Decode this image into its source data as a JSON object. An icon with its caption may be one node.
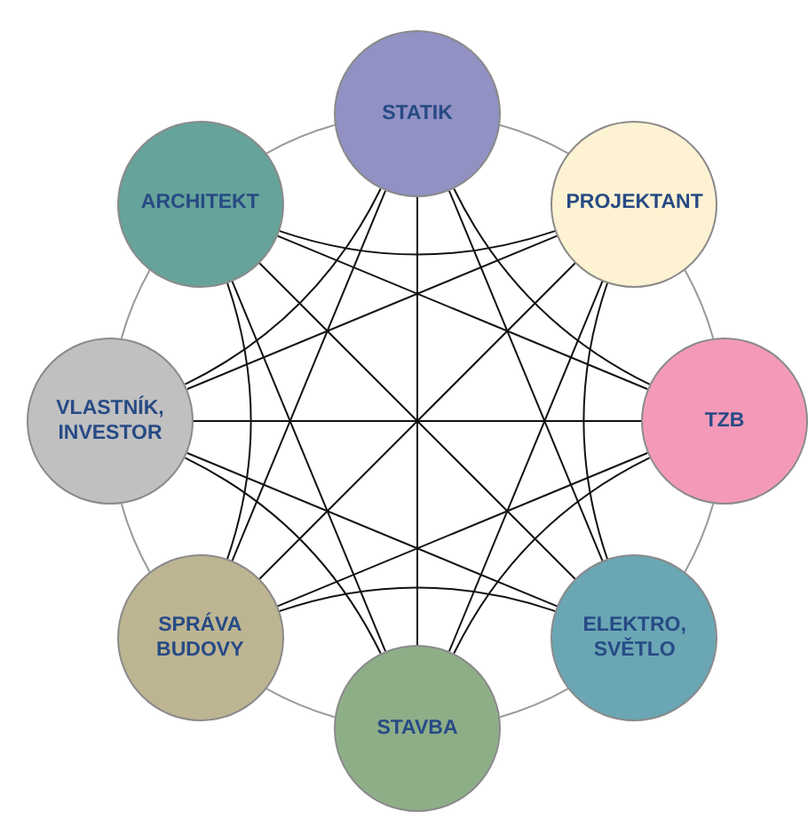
{
  "diagram": {
    "nodes": [
      {
        "text": [
          "STATIK"
        ]
      },
      {
        "text": [
          "ARCHITEKT"
        ]
      },
      {
        "text": [
          "PROJEKTANT"
        ]
      },
      {
        "text": [
          "VLASTNÍK, INVESTOR"
        ]
      },
      {
        "text": [
          "TZB"
        ]
      },
      {
        "text": [
          "SPRÁVA BUDOVY"
        ]
      },
      {
        "text": [
          "ELEKTRO, SVĚTLO"
        ]
      },
      {
        "text": [
          "STAVBA"
        ]
      }
    ],
    "edges": [
      {
        "from": 0,
        "to": 2,
        "arrow": "none",
        "color": "#9a9a9a"
      },
      {
        "from": 2,
        "to": 4,
        "arrow": "none",
        "color": "#9a9a9a"
      },
      {
        "from": 4,
        "to": 6,
        "arrow": "none",
        "color": "#9a9a9a"
      },
      {
        "from": 6,
        "to": 7,
        "arrow": "none",
        "color": "#9a9a9a"
      },
      {
        "from": 7,
        "to": 5,
        "arrow": "none",
        "color": "#9a9a9a"
      },
      {
        "from": 5,
        "to": 3,
        "arrow": "none",
        "color": "#9a9a9a"
      },
      {
        "from": 3,
        "to": 1,
        "arrow": "none",
        "color": "#9a9a9a"
      },
      {
        "from": 1,
        "to": 0,
        "arrow": "none",
        "color": "#9a9a9a"
      },
      {
        "from": 0,
        "to": 4,
        "arrow": "none"
      },
      {
        "from": 0,
        "to": 6,
        "arrow": "none"
      },
      {
        "from": 0,
        "to": 7,
        "arrow": "none"
      },
      {
        "from": 0,
        "to": 5,
        "arrow": "none"
      },
      {
        "from": 0,
        "to": 3,
        "arrow": "none"
      },
      {
        "from": 1,
        "to": 2,
        "arrow": "none"
      },
      {
        "from": 1,
        "to": 4,
        "arrow": "none"
      },
      {
        "from": 1,
        "to": 6,
        "arrow": "none"
      },
      {
        "from": 1,
        "to": 7,
        "arrow": "none"
      },
      {
        "from": 1,
        "to": 5,
        "arrow": "none"
      },
      {
        "from": 2,
        "to": 6,
        "arrow": "none"
      },
      {
        "from": 2,
        "to": 7,
        "arrow": "none"
      },
      {
        "from": 2,
        "to": 5,
        "arrow": "none"
      },
      {
        "from": 2,
        "to": 3,
        "arrow": "none"
      },
      {
        "from": 3,
        "to": 4,
        "arrow": "none"
      },
      {
        "from": 3,
        "to": 6,
        "arrow": "none"
      },
      {
        "from": 3,
        "to": 7,
        "arrow": "none"
      },
      {
        "from": 4,
        "to": 7,
        "arrow": "none"
      },
      {
        "from": 4,
        "to": 5,
        "arrow": "none"
      },
      {
        "from": 5,
        "to": 6,
        "arrow": "none"
      }
    ]
  }
}
